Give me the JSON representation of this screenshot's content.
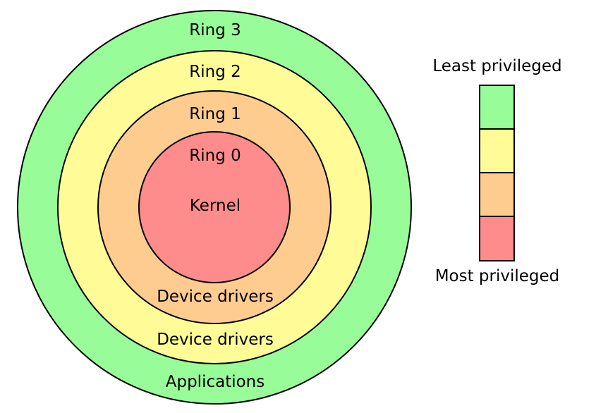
{
  "rings": [
    {
      "name": "ring-3",
      "label": "Ring 3",
      "sublabel": "Applications",
      "color": "#98fc98"
    },
    {
      "name": "ring-2",
      "label": "Ring 2",
      "sublabel": "Device drivers",
      "color": "#fffc98"
    },
    {
      "name": "ring-1",
      "label": "Ring 1",
      "sublabel": "Device drivers",
      "color": "#ffcc90"
    },
    {
      "name": "ring-0",
      "label": "Ring 0",
      "sublabel": "Kernel",
      "color": "#ff8c8c"
    }
  ],
  "legend": {
    "top_label": "Least privileged",
    "bottom_label": "Most privileged"
  }
}
